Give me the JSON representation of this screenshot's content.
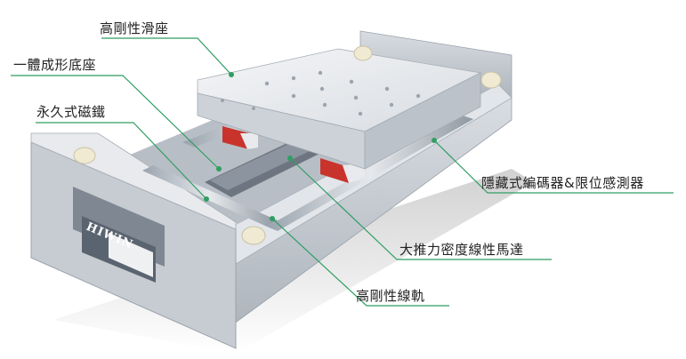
{
  "callouts": {
    "carriage": "高剛性滑座",
    "base": "一體成形底座",
    "magnet": "永久式磁鐵",
    "encoder": "隱藏式編碼器&限位感測器",
    "motor": "大推力密度線性馬達",
    "rail": "高剛性線軌"
  },
  "product": {
    "brand": "HIWIN"
  },
  "colors": {
    "leader_line": "#2f9e62",
    "block_red": "#c8342c",
    "aluminum": "#c9cfd6"
  }
}
